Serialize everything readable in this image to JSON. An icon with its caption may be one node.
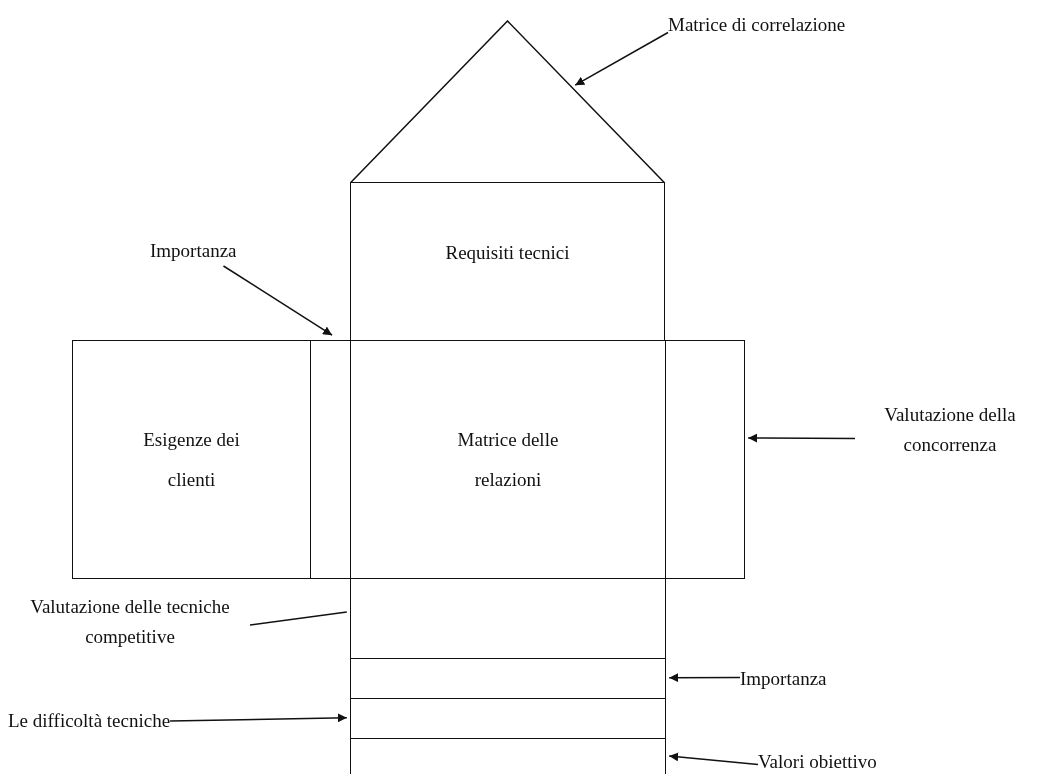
{
  "diagram": {
    "nodes": [
      {
        "text": [
          "Matrice di correlazione"
        ]
      },
      {
        "text": [],
        "shape": "triangle"
      },
      {
        "text": [
          "Requisiti tecnici"
        ]
      },
      {
        "text": [
          "Importanza"
        ]
      },
      {
        "text": [],
        "shape": "box"
      },
      {
        "text": [
          "Esigenze dei clienti"
        ]
      },
      {
        "text": [
          "Matrice delle relazioni"
        ]
      },
      {
        "text": [
          "Valutazione della concorrenza"
        ]
      },
      {
        "text": [],
        "shape": "box"
      },
      {
        "text": [
          "Valutazione delle tecniche competitive"
        ]
      },
      {
        "text": [],
        "shape": "box"
      },
      {
        "text": [
          "Importanza"
        ]
      },
      {
        "text": [],
        "shape": "box"
      },
      {
        "text": [
          "Le difficoltà tecniche"
        ]
      },
      {
        "text": [],
        "shape": "box"
      },
      {
        "text": [
          "Valori obiettivo"
        ]
      },
      {
        "text": [],
        "shape": "box"
      }
    ],
    "edges": [
      {
        "from": 0,
        "to": 1,
        "arrow": "to"
      },
      {
        "from": 3,
        "to": 4,
        "arrow": "to"
      },
      {
        "from": 7,
        "to": 8,
        "arrow": "to"
      },
      {
        "from": 9,
        "to": 10,
        "arrow": "none"
      },
      {
        "from": 11,
        "to": 12,
        "arrow": "to"
      },
      {
        "from": 13,
        "to": 14,
        "arrow": "to"
      },
      {
        "from": 15,
        "to": 16,
        "arrow": "to"
      }
    ]
  }
}
